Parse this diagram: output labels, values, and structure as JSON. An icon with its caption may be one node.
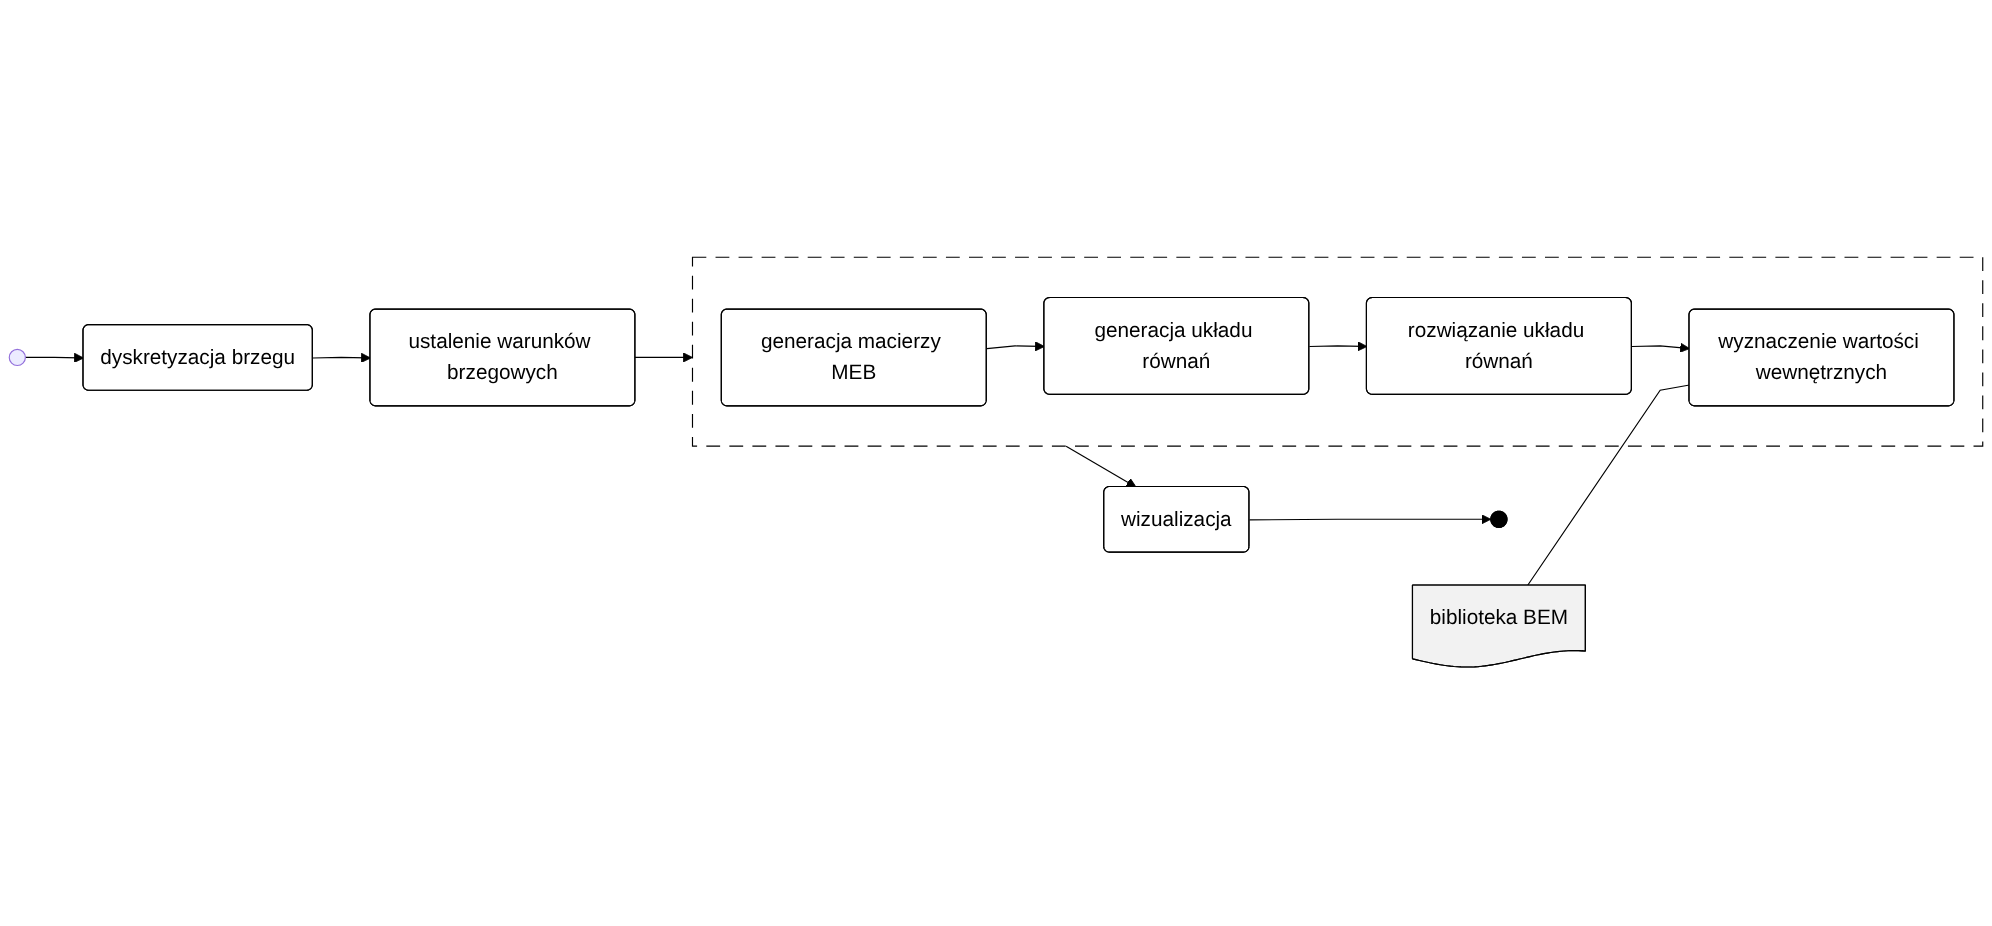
{
  "diagram": {
    "nodes": [
      {
        "text": [],
        "shape": "circle"
      },
      {
        "text": [
          "dyskretyzacja brzegu"
        ]
      },
      {
        "text": [
          "ustalenie warunków brzegowych"
        ]
      },
      {
        "text": [
          "biblioteka BEM"
        ]
      },
      {
        "text": [],
        "shape": "box"
      },
      {
        "text": [
          "generacja macierzy MEB"
        ],
        "in": 4
      },
      {
        "text": [
          "generacja układu równań"
        ],
        "in": 4
      },
      {
        "text": [
          "rozwiązanie układu równań"
        ],
        "in": 4
      },
      {
        "text": [
          "wyznaczenie wartości wewnętrznych"
        ],
        "in": 4
      },
      {
        "text": [
          "wizualizacja"
        ]
      },
      {
        "text": [],
        "shape": "circle"
      }
    ],
    "edges": [
      {
        "from": 0,
        "to": 1,
        "arrow": "to"
      },
      {
        "from": 1,
        "to": 2,
        "arrow": "to"
      },
      {
        "from": 2,
        "to": 4,
        "arrow": "to"
      },
      {
        "from": 5,
        "to": 6,
        "arrow": "to"
      },
      {
        "from": 6,
        "to": 7,
        "arrow": "to"
      },
      {
        "from": 7,
        "to": 8,
        "arrow": "to"
      },
      {
        "from": 3,
        "to": 8,
        "arrow": "none"
      },
      {
        "from": 4,
        "to": 9,
        "arrow": "to"
      },
      {
        "from": 9,
        "to": 10,
        "arrow": "to"
      }
    ]
  }
}
